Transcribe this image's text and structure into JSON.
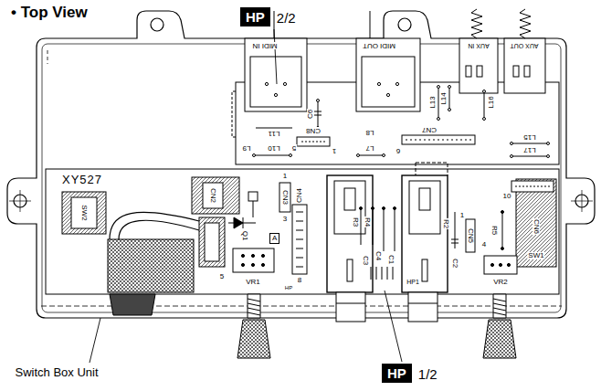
{
  "diagram": {
    "title": "• Top View",
    "nodes": [
      {
        "text": [
          "HP",
          "2/2"
        ]
      },
      {
        "text": [
          "A"
        ]
      },
      {
        "text": [
          "HP",
          "1/2"
        ]
      }
    ],
    "labels": [
      "MIDI IN",
      "MIDI OUT",
      "AUX IN",
      "AUX OUT",
      "C6",
      "L14",
      "L13",
      "L16",
      "L11",
      "L10",
      "L9",
      "5",
      "CN8",
      "1",
      "L8",
      "L7",
      "CN7",
      "6",
      "L15",
      "L17",
      "XY527",
      "SW2",
      "CN2",
      "Q1",
      "5",
      "1",
      "CN3",
      "3",
      "CN4",
      "8",
      "HP",
      "VR1",
      "R3",
      "R4",
      "C3",
      "C4",
      "C1",
      "HP1",
      "R2",
      "C2",
      "1",
      "CN5",
      "4",
      "R5",
      "VR2",
      "SW1",
      "10",
      "CN6",
      "Switch Box Unit"
    ]
  }
}
